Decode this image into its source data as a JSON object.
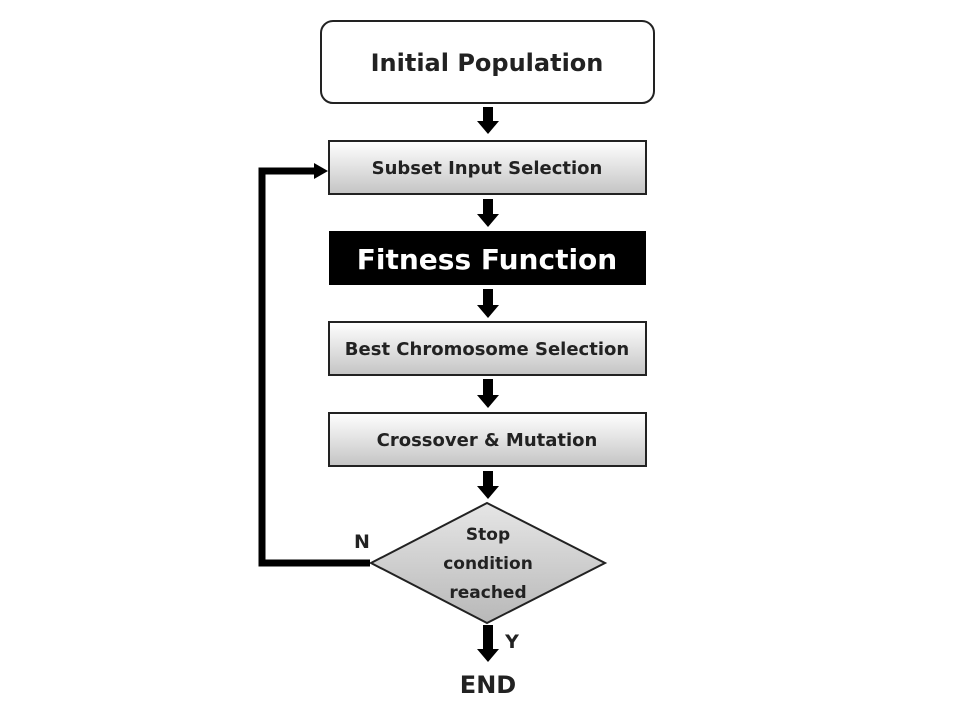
{
  "flowchart": {
    "nodes": {
      "initial_population": {
        "label": "Initial Population",
        "shape": "rounded-rectangle"
      },
      "subset_input_selection": {
        "label": "Subset Input Selection",
        "shape": "rectangle"
      },
      "fitness_function": {
        "label": "Fitness Function",
        "shape": "rectangle",
        "style": "inverted"
      },
      "best_chromosome_selection": {
        "label": "Best Chromosome Selection",
        "shape": "rectangle"
      },
      "crossover_mutation": {
        "label": "Crossover & Mutation",
        "shape": "rectangle"
      },
      "stop_condition": {
        "label_lines": [
          "Stop",
          "condition",
          "reached"
        ],
        "shape": "diamond"
      },
      "end": {
        "label": "END",
        "shape": "text"
      }
    },
    "edges": [
      {
        "from": "initial_population",
        "to": "subset_input_selection"
      },
      {
        "from": "subset_input_selection",
        "to": "fitness_function"
      },
      {
        "from": "fitness_function",
        "to": "best_chromosome_selection"
      },
      {
        "from": "best_chromosome_selection",
        "to": "crossover_mutation"
      },
      {
        "from": "crossover_mutation",
        "to": "stop_condition"
      },
      {
        "from": "stop_condition",
        "to": "end",
        "label": "Y"
      },
      {
        "from": "stop_condition",
        "to": "subset_input_selection",
        "label": "N"
      }
    ],
    "labels": {
      "no": "N",
      "yes": "Y"
    },
    "colors": {
      "gradient_light": "#ffffff",
      "gradient_dark": "#c4c4c4",
      "diamond_fill": "#cdcdcd",
      "inverted_fill": "#000000",
      "inverted_text": "#ffffff",
      "arrow": "#000000",
      "text": "#222222"
    }
  }
}
